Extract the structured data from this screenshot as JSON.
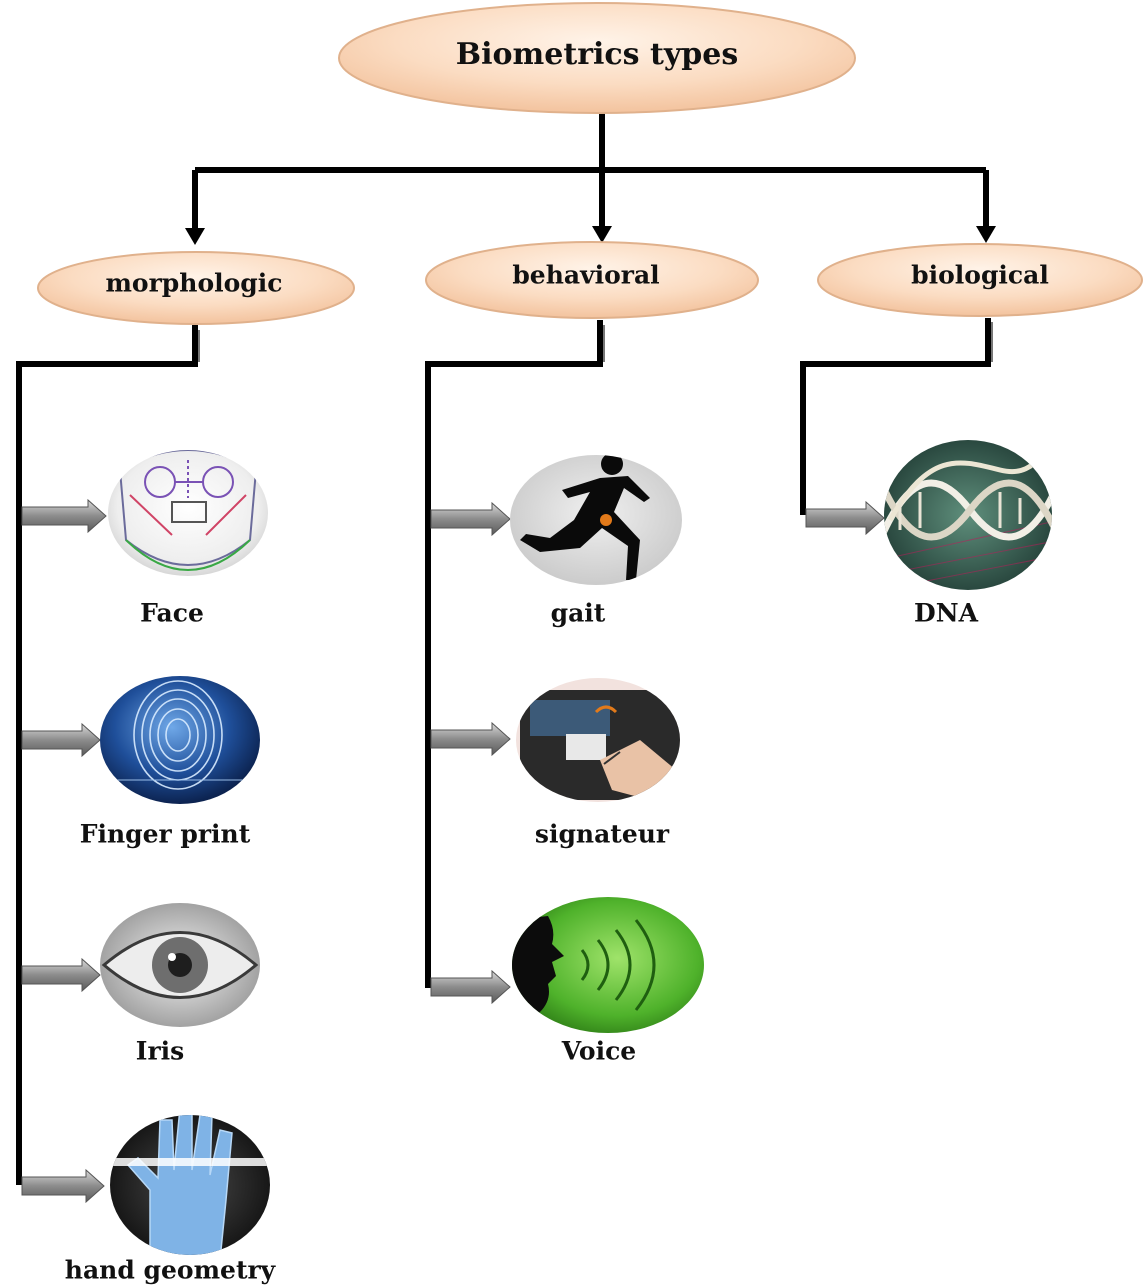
{
  "root": {
    "label": "Biometrics  types"
  },
  "categories": [
    {
      "label": "morphologic",
      "items": [
        "Face",
        "Finger print",
        "Iris",
        "hand geometry"
      ]
    },
    {
      "label": "behavioral",
      "items": [
        "gait",
        "signateur",
        "Voice"
      ]
    },
    {
      "label": "biological",
      "items": [
        "DNA"
      ]
    }
  ],
  "colors": {
    "ellipse_fill": "#fad7ba",
    "ellipse_stroke": "#e2b48f",
    "line": "#000000",
    "arrow": "#8a8a8a"
  },
  "icons": [
    "face-scan-icon",
    "fingerprint-icon",
    "iris-icon",
    "hand-geometry-icon",
    "gait-runner-icon",
    "signature-pad-icon",
    "voice-wave-icon",
    "dna-helix-icon"
  ]
}
